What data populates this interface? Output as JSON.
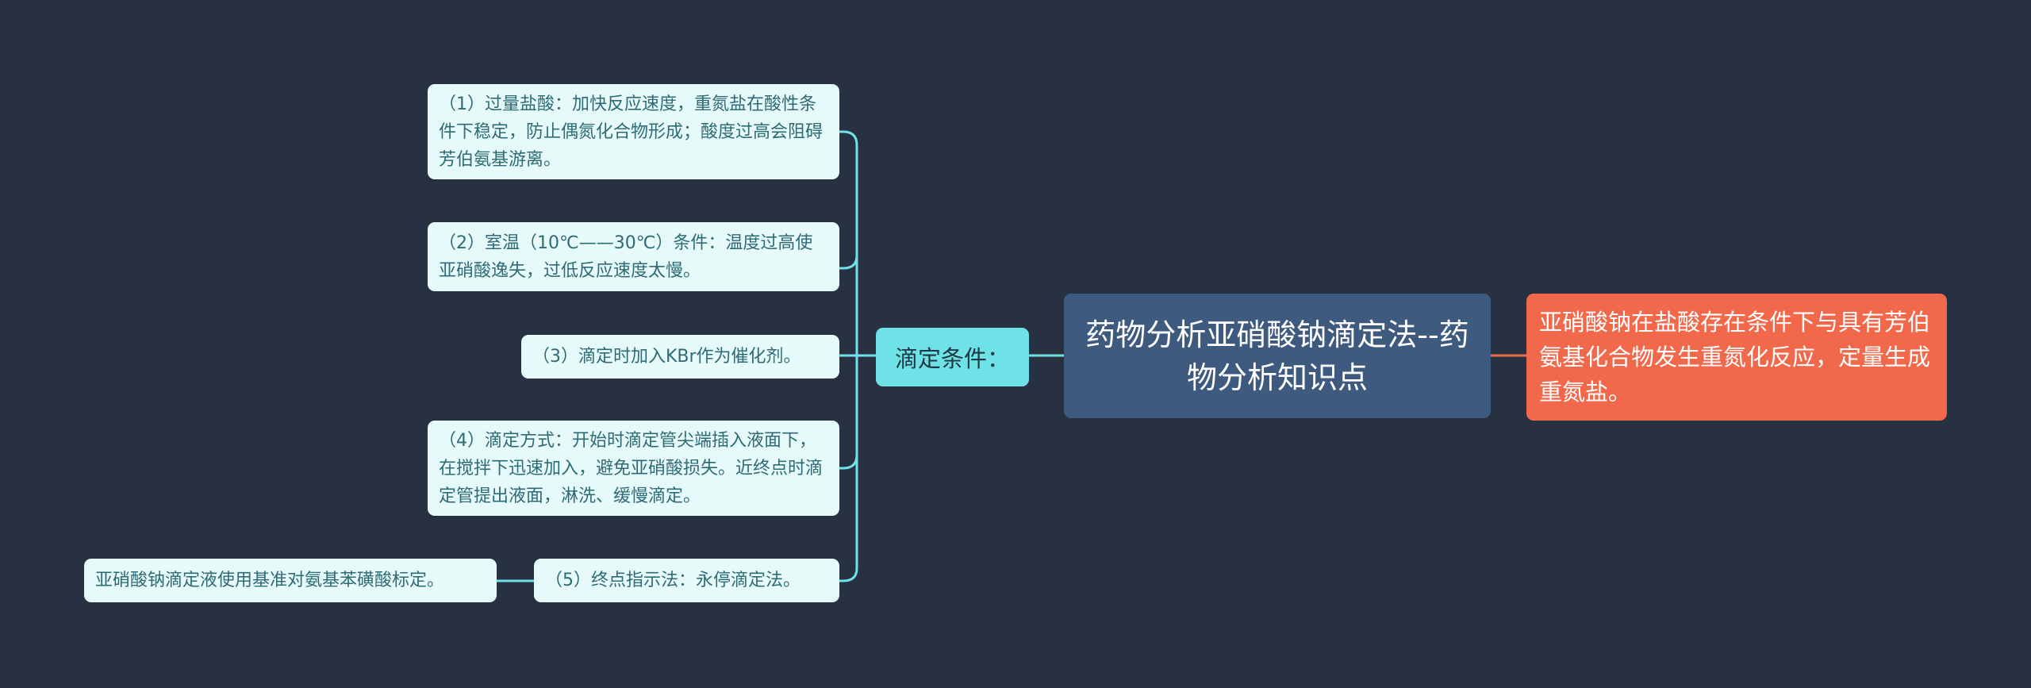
{
  "root": {
    "title": "药物分析亚硝酸钠滴定法--药物分析知识点"
  },
  "description": {
    "text": "亚硝酸钠在盐酸存在条件下与具有芳伯氨基化合物发生重氮化反应，定量生成重氮盐。"
  },
  "branch": {
    "label": "滴定条件："
  },
  "conditions": [
    {
      "text": "（1）过量盐酸：加快反应速度，重氮盐在酸性条件下稳定，防止偶氮化合物形成；酸度过高会阻碍芳伯氨基游离。"
    },
    {
      "text": "（2）室温（10℃——30℃）条件：温度过高使亚硝酸逸失，过低反应速度太慢。"
    },
    {
      "text": "（3）滴定时加入KBr作为催化剂。"
    },
    {
      "text": "（4）滴定方式：开始时滴定管尖端插入液面下，在搅拌下迅速加入，避免亚硝酸损失。近终点时滴定管提出液面，淋洗、缓慢滴定。"
    },
    {
      "text": "（5）终点指示法：永停滴定法。"
    }
  ],
  "sub_note": {
    "text": "亚硝酸钠滴定液使用基准对氨基苯磺酸标定。"
  },
  "colors": {
    "background": "#283141",
    "root": "#3f5a7f",
    "branch": "#6ee2e6",
    "leaf": "#e6fafa",
    "description": "#f2684b",
    "connector_left": "#6ee2e6",
    "connector_right": "#f2684b"
  }
}
